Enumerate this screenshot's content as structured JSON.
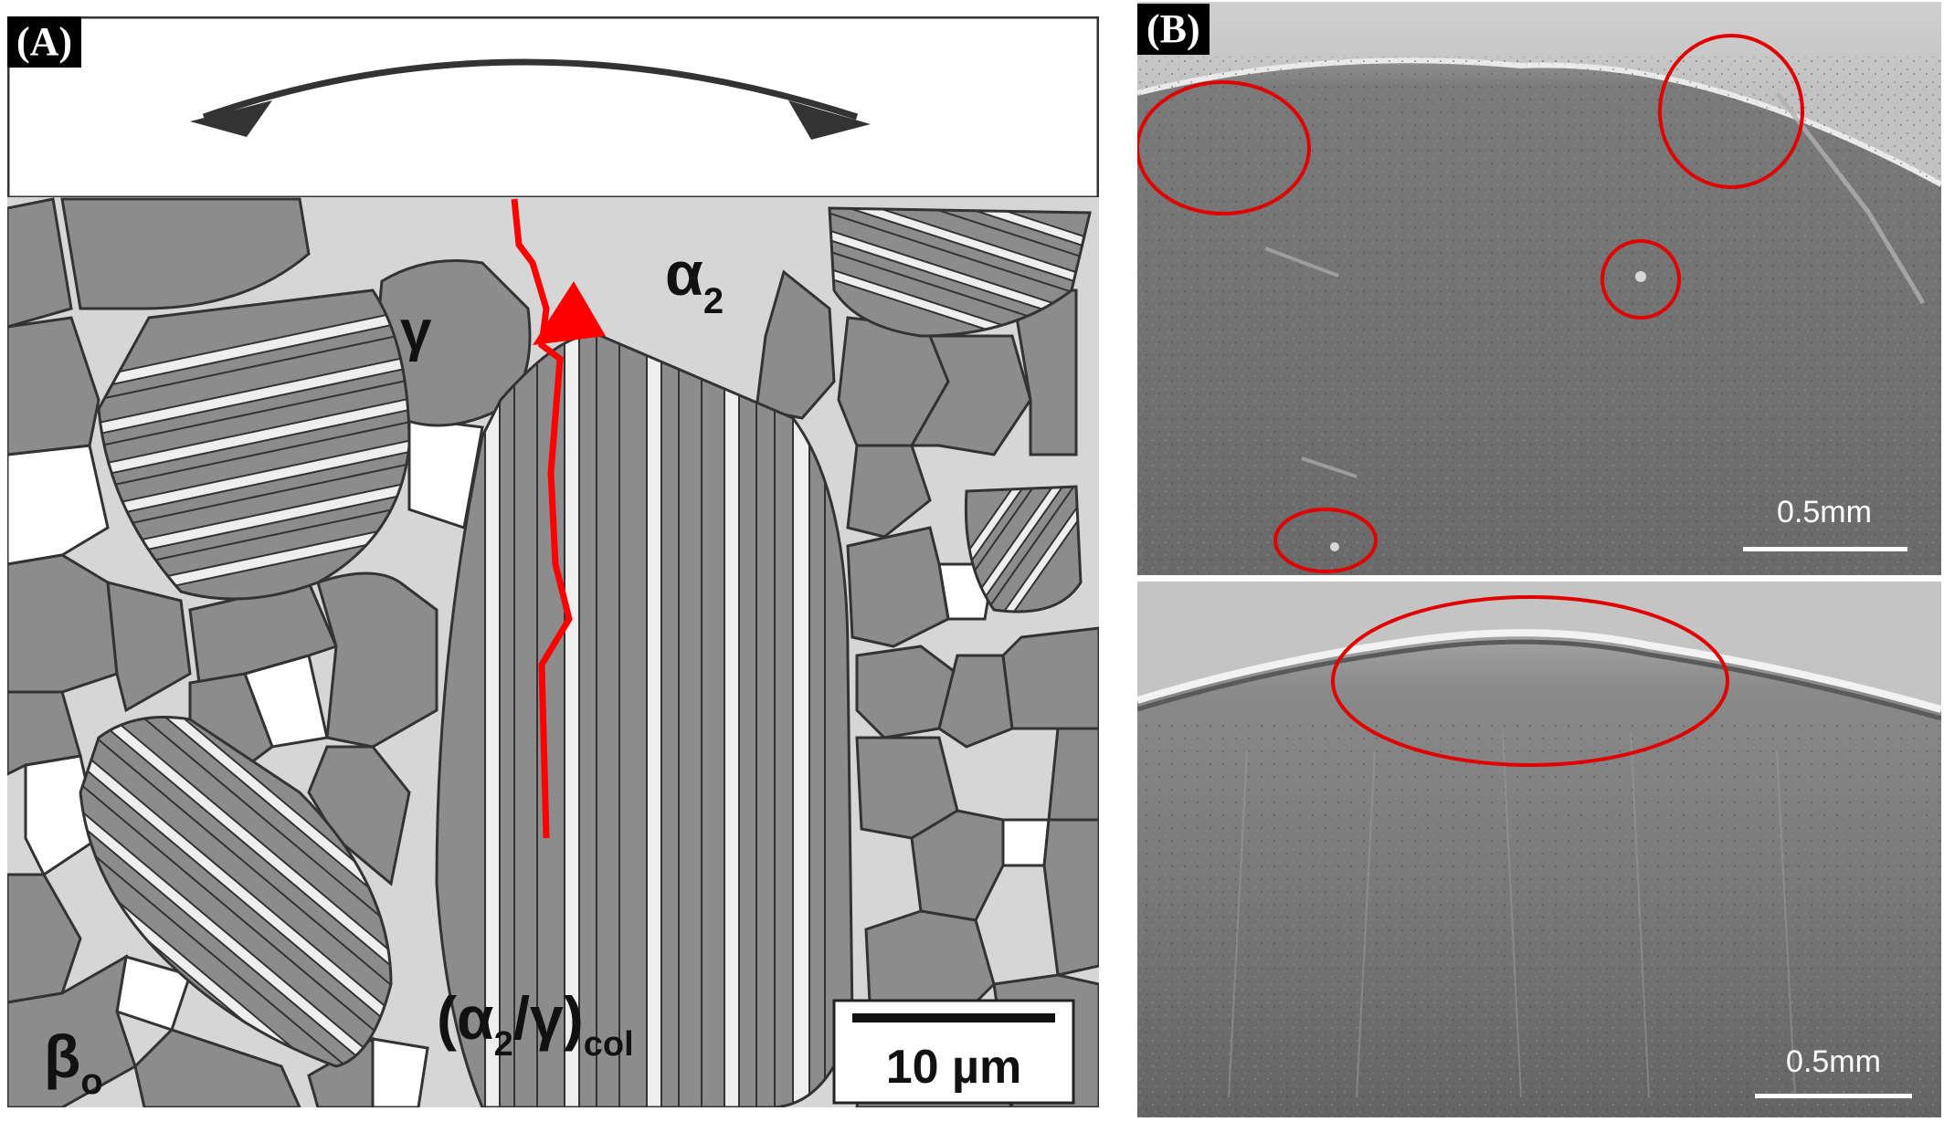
{
  "figure": {
    "panel_a": {
      "tag": "(A)",
      "labels": {
        "gamma": "γ",
        "alpha2": "α",
        "alpha2_sub": "2",
        "colony_open": "(α",
        "colony_sub2": "2",
        "colony_mid": "/γ)",
        "colony_sub": "col",
        "beta": "β",
        "beta_sub": "o"
      },
      "scale_bar": "10 µm",
      "colors": {
        "gamma_grain": "#8c8c8c",
        "alpha2_matrix": "#d6d6d6",
        "beta_phase": "#ffffff",
        "crack": "#ff0000",
        "outline": "#333333"
      }
    },
    "panel_b": {
      "tag": "(B)",
      "top_scale": "0.5mm",
      "bottom_scale": "0.5mm",
      "colors": {
        "sem_gray": "#6e6e6e",
        "highlight": "#e00000"
      }
    }
  }
}
